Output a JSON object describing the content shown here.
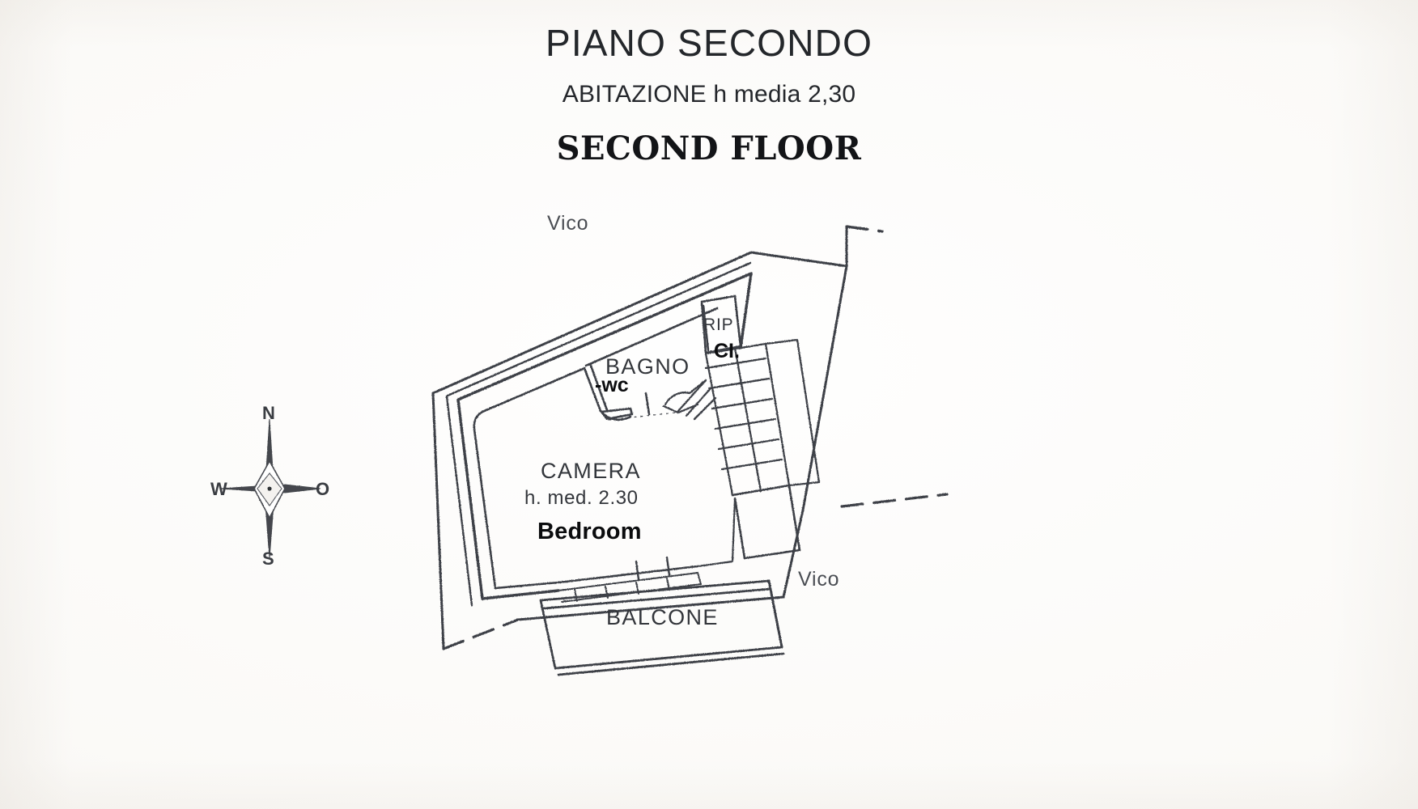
{
  "document": {
    "type": "architectural-floor-plan",
    "title_it": "PIANO SECONDO",
    "subtitle_it": "ABITAZIONE h media 2,30",
    "title_en": "SECOND FLOOR",
    "paper_color": "#fbfaf8",
    "ink_color": "#3a3d42"
  },
  "streets": {
    "top_label": "Vico",
    "right_label": "Vico"
  },
  "rooms": [
    {
      "id": "camera",
      "label_it": "CAMERA",
      "dimension_note": "h. med. 2.30",
      "label_en": "Bedroom"
    },
    {
      "id": "bagno",
      "label_it": "BAGNO",
      "label_en": "-wc"
    },
    {
      "id": "ripostiglio",
      "label_it": "RIP",
      "label_en": "CI."
    },
    {
      "id": "balcone",
      "label_it": "BALCONE",
      "label_en": ""
    }
  ],
  "compass": {
    "north": "N",
    "south": "S",
    "east": "O",
    "west": "W"
  }
}
